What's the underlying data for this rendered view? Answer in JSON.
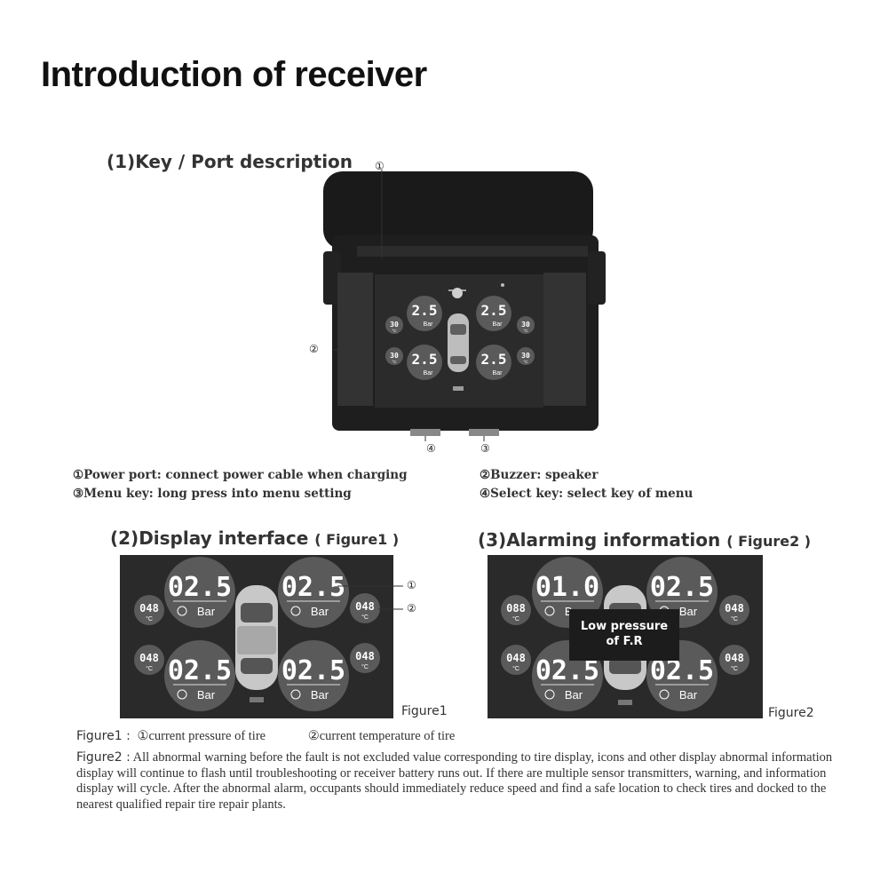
{
  "title": "Introduction of receiver",
  "section1": {
    "heading": "(1)Key / Port description",
    "callouts": [
      "①",
      "②",
      "③",
      "④"
    ],
    "descriptions": [
      "①Power port: connect power cable when charging",
      "②Buzzer: speaker",
      "③Menu key: long press into menu setting",
      "④Select key: select key of menu"
    ]
  },
  "device": {
    "pressure": "2.5",
    "unit": "Bar",
    "temp": "30",
    "temp_unit": "°C"
  },
  "section2": {
    "heading": "(2)Display interface",
    "figure_ref": "( Figure1 )",
    "pressure": "02.5",
    "unit": "Bar",
    "temp": "048",
    "temp_unit": "°C",
    "callouts": [
      "①",
      "②"
    ],
    "caption": "Figure1"
  },
  "section3": {
    "heading": "(3)Alarming information",
    "figure_ref": "( Figure2 )",
    "pressure_low": "01.0",
    "pressure": "02.5",
    "unit": "Bar",
    "temp_hot": "088",
    "temp": "048",
    "temp_unit": "°C",
    "alarm_line1": "Low pressure",
    "alarm_line2": "of F.R",
    "caption": "Figure2"
  },
  "notes": {
    "figure1_label": "Figure1 :",
    "figure1_item1": "①current pressure of tire",
    "figure1_item2": "②current temperature of tire",
    "figure2_label": "Figure2 :",
    "figure2_text": "All abnormal warning before the fault is not excluded value corresponding to tire display, icons and other display abnormal information display will continue to flash until troubleshooting or receiver battery runs out. If there are multiple sensor transmitters, warning, and information display will cycle. After the abnormal alarm, occupants should immediately reduce speed and find a safe location to check tires and docked to the nearest qualified repair tire repair plants."
  },
  "colors": {
    "screen_bg": "#2a2a2a",
    "gauge_fill": "#5a5a5a",
    "device_body": "#1e1e1e"
  }
}
